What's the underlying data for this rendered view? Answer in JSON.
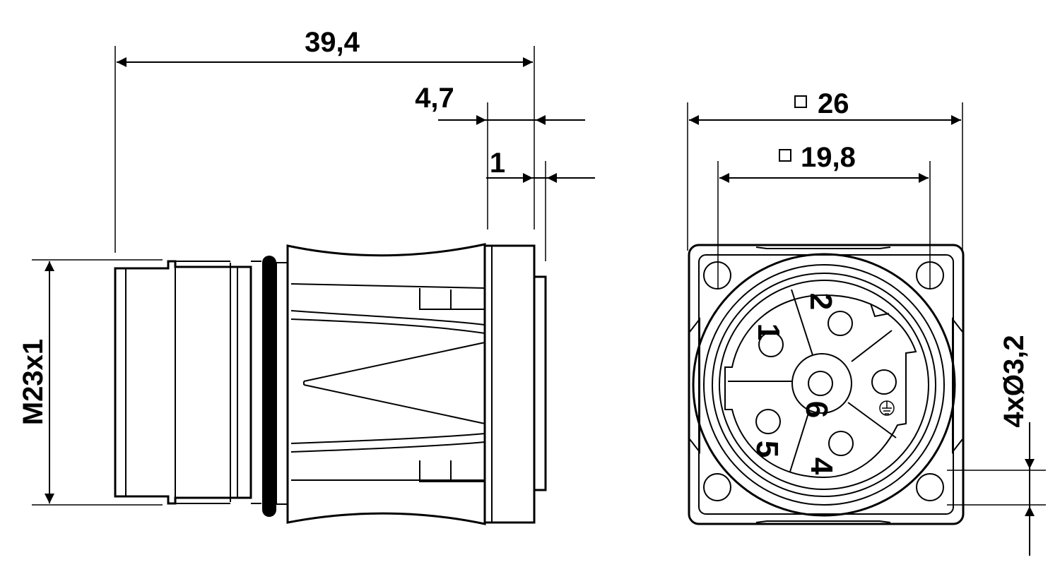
{
  "dimensions": {
    "overall_length": "39,4",
    "flange_offset": "4,7",
    "flange_step": "1",
    "thread": "M23x1",
    "flange_square": "26",
    "hole_spacing_square": "19,8",
    "holes": "4xØ3,2"
  },
  "pins": {
    "p1": "1",
    "p2": "2",
    "p4": "4",
    "p5": "5",
    "p6": "6"
  },
  "colors": {
    "line": "#000000",
    "background": "#ffffff"
  }
}
